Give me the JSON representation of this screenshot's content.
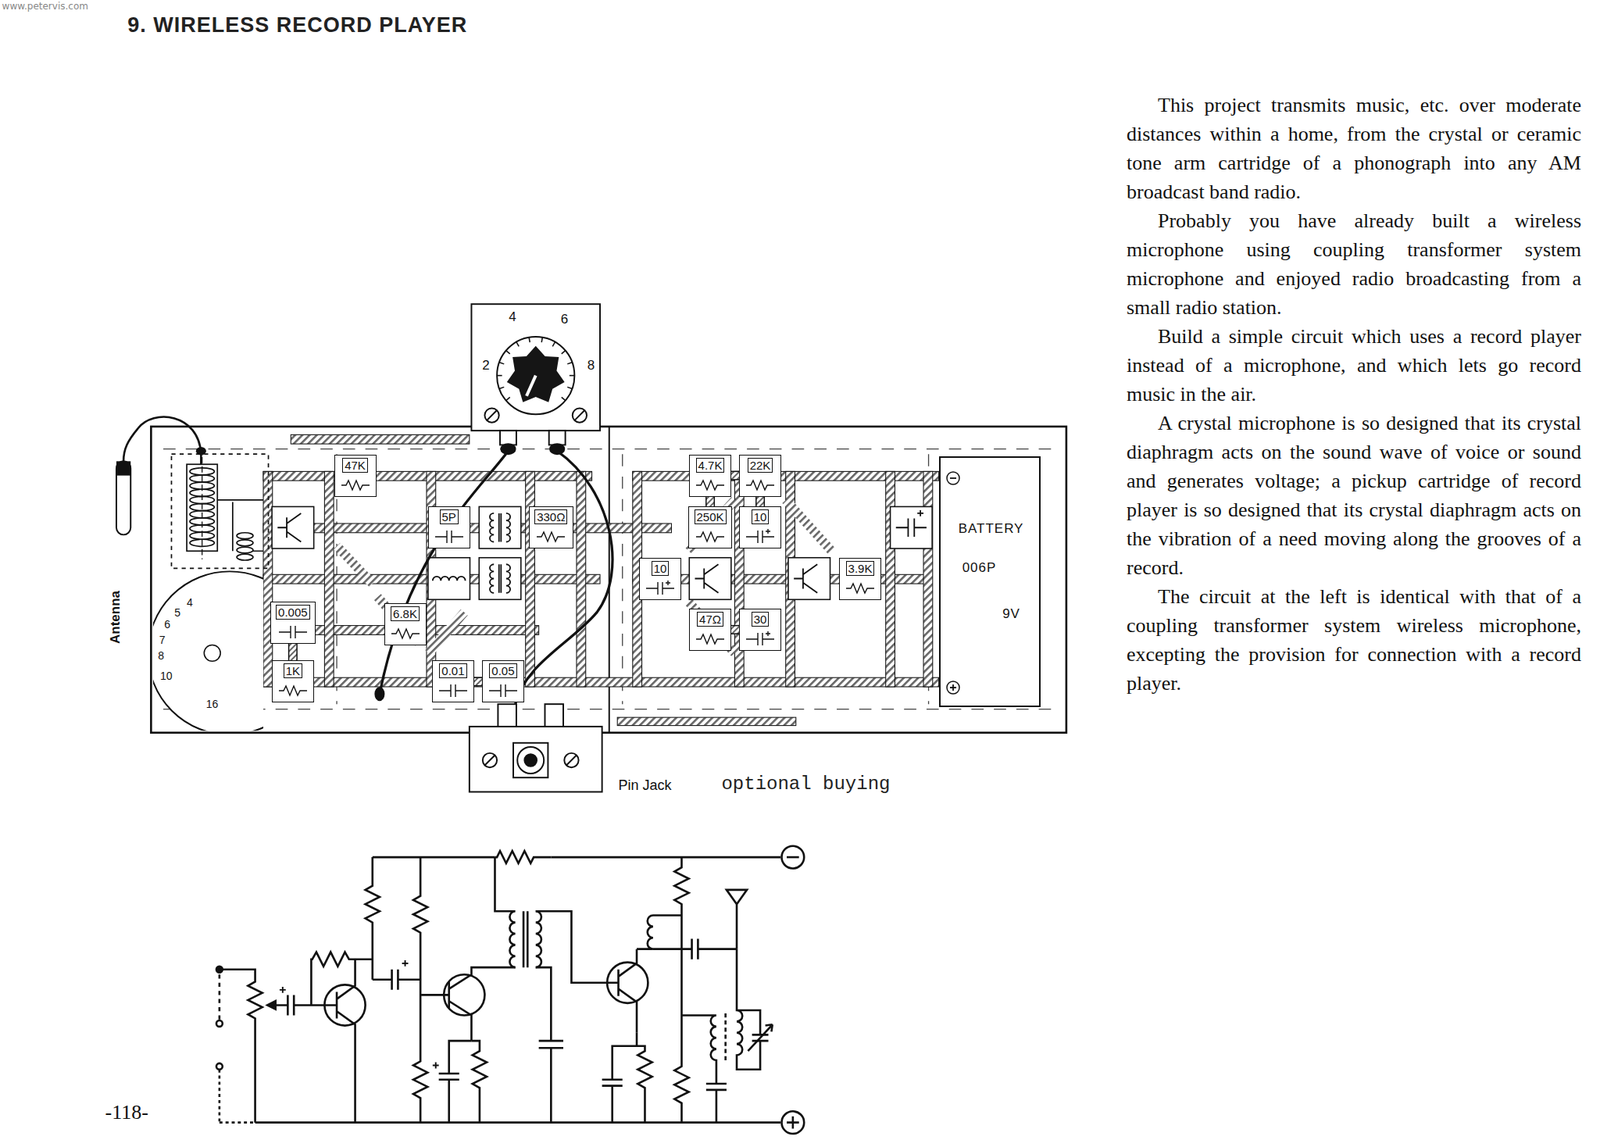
{
  "diagram": {
    "title": "9. WIRELESS RECORD PLAYER",
    "nodes": [
      {
        "text": [
          "47K"
        ]
      },
      {
        "text": [
          "5P"
        ]
      },
      {
        "text": [
          "330Ω"
        ]
      },
      {
        "text": [
          "0.005"
        ]
      },
      {
        "text": [
          "6.8K"
        ]
      },
      {
        "text": [
          "1K"
        ]
      },
      {
        "text": [
          "0.01"
        ]
      },
      {
        "text": [
          "0.05"
        ]
      },
      {
        "text": [
          "4.7K"
        ]
      },
      {
        "text": [
          "22K"
        ]
      },
      {
        "text": [
          "250K"
        ]
      },
      {
        "text": [
          "10"
        ]
      },
      {
        "text": [
          "10"
        ]
      },
      {
        "text": [
          "3.9K"
        ]
      },
      {
        "text": [
          "47Ω"
        ]
      },
      {
        "text": [
          "30"
        ]
      },
      {
        "text": [
          "BATTERY",
          "006P",
          "9V"
        ]
      }
    ],
    "edges": [
      {
        "from": 3,
        "to": 5,
        "arrow": "none"
      },
      {
        "from": 6,
        "to": 7,
        "arrow": "none"
      },
      {
        "from": 8,
        "to": 9,
        "arrow": "none"
      },
      {
        "from": 8,
        "to": 10,
        "arrow": "none"
      },
      {
        "from": 9,
        "to": 11,
        "arrow": "none"
      },
      {
        "from": 14,
        "to": 15,
        "arrow": "none"
      }
    ],
    "labels": [
      "www.petervis.com",
      "This project transmits music, etc. over moderate distances within a home, from the crystal or ceramic tone arm cartridge of a phonograph into any AM broadcast band radio.",
      "Probably you have already built a wireless microphone using coupling transformer system microphone and enjoyed radio broadcasting from a small radio station.",
      "Build a simple circuit which uses a record player instead of a microphone, and which lets go record music in the air.",
      "A crystal microphone is so designed that its crystal diaphragm acts on the sound wave of voice or sound and generates voltage; a pickup cartridge of record player is so designed that its crystal diaphragm acts on the vibration of a need moving along the grooves of a record.",
      "The circuit at the left is identical with that of a coupling transformer system wireless microphone, excepting the provision for connection with a record player.",
      "Antenna",
      "2",
      "4",
      "6",
      "8",
      "4",
      "5",
      "6",
      "7",
      "8",
      "10",
      "16",
      "Pin Jack",
      "optional buying",
      "-118-"
    ]
  }
}
